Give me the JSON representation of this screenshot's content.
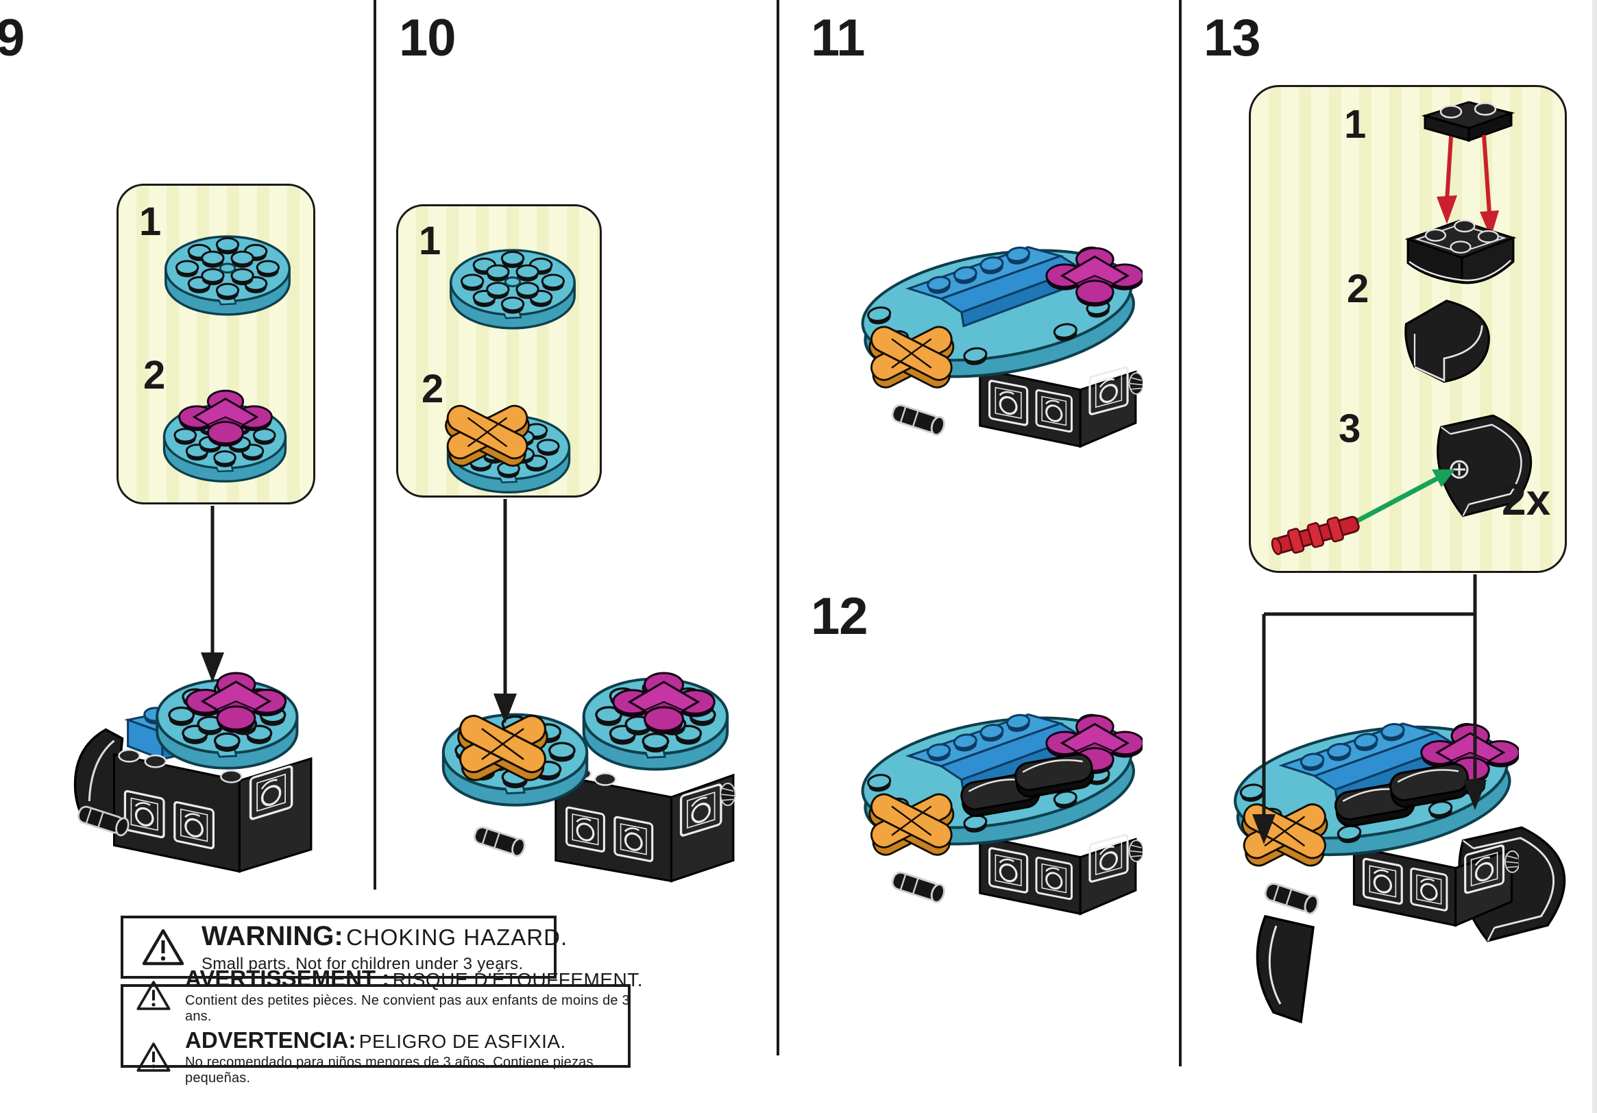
{
  "document_type": "LEGO DOTS building instructions page",
  "colors": {
    "teal_top": "#5fc0d4",
    "teal_side": "#3f9fb8",
    "blue_top": "#2f8fd1",
    "blue_side": "#1f77b5",
    "magenta": "#b92f97",
    "orange": "#f2a440",
    "callout_bg": "#f5f7cf",
    "line_black": "#1a1a1a",
    "arrow_red": "#c8202e",
    "arrow_green": "#17a257",
    "piece_black": "#1f1f1f"
  },
  "steps": {
    "s9": {
      "number": "9",
      "callout": {
        "items": [
          {
            "label": "1",
            "part": "teal-round-plate-4x4"
          },
          {
            "label": "2",
            "part": "teal-round-plate-with-magenta-flower-studs"
          }
        ]
      }
    },
    "s10": {
      "number": "10",
      "callout": {
        "items": [
          {
            "label": "1",
            "part": "teal-round-plate-4x4"
          },
          {
            "label": "2",
            "part": "teal-round-plate-with-orange-quatrefoil-tile"
          }
        ]
      }
    },
    "s11": {
      "number": "11"
    },
    "s12": {
      "number": "12"
    },
    "s13": {
      "number": "13",
      "quantity": "2x",
      "callout": {
        "items": [
          {
            "label": "1",
            "part": "black-1x2-plate-onto-inverted-curved-slope"
          },
          {
            "label": "2",
            "part": "black-curved-slope-brick"
          },
          {
            "label": "3",
            "part": "red-axle-into-black-nose-cone"
          }
        ]
      }
    }
  },
  "warnings": [
    {
      "lang": "en",
      "title": "WARNING:",
      "hazard": "CHOKING HAZARD.",
      "body": "Small parts. Not for children under 3 years."
    },
    {
      "lang": "fr",
      "title": "AVERTISSEMENT :",
      "hazard": "RISQUE D'ÉTOUFFEMENT.",
      "body": "Contient des petites pièces. Ne convient pas aux enfants de moins de 3 ans."
    },
    {
      "lang": "es",
      "title": "ADVERTENCIA:",
      "hazard": "PELIGRO DE ASFIXIA.",
      "body": "No recomendado para niños menores de 3 años, Contiene piezas pequeñas."
    }
  ]
}
